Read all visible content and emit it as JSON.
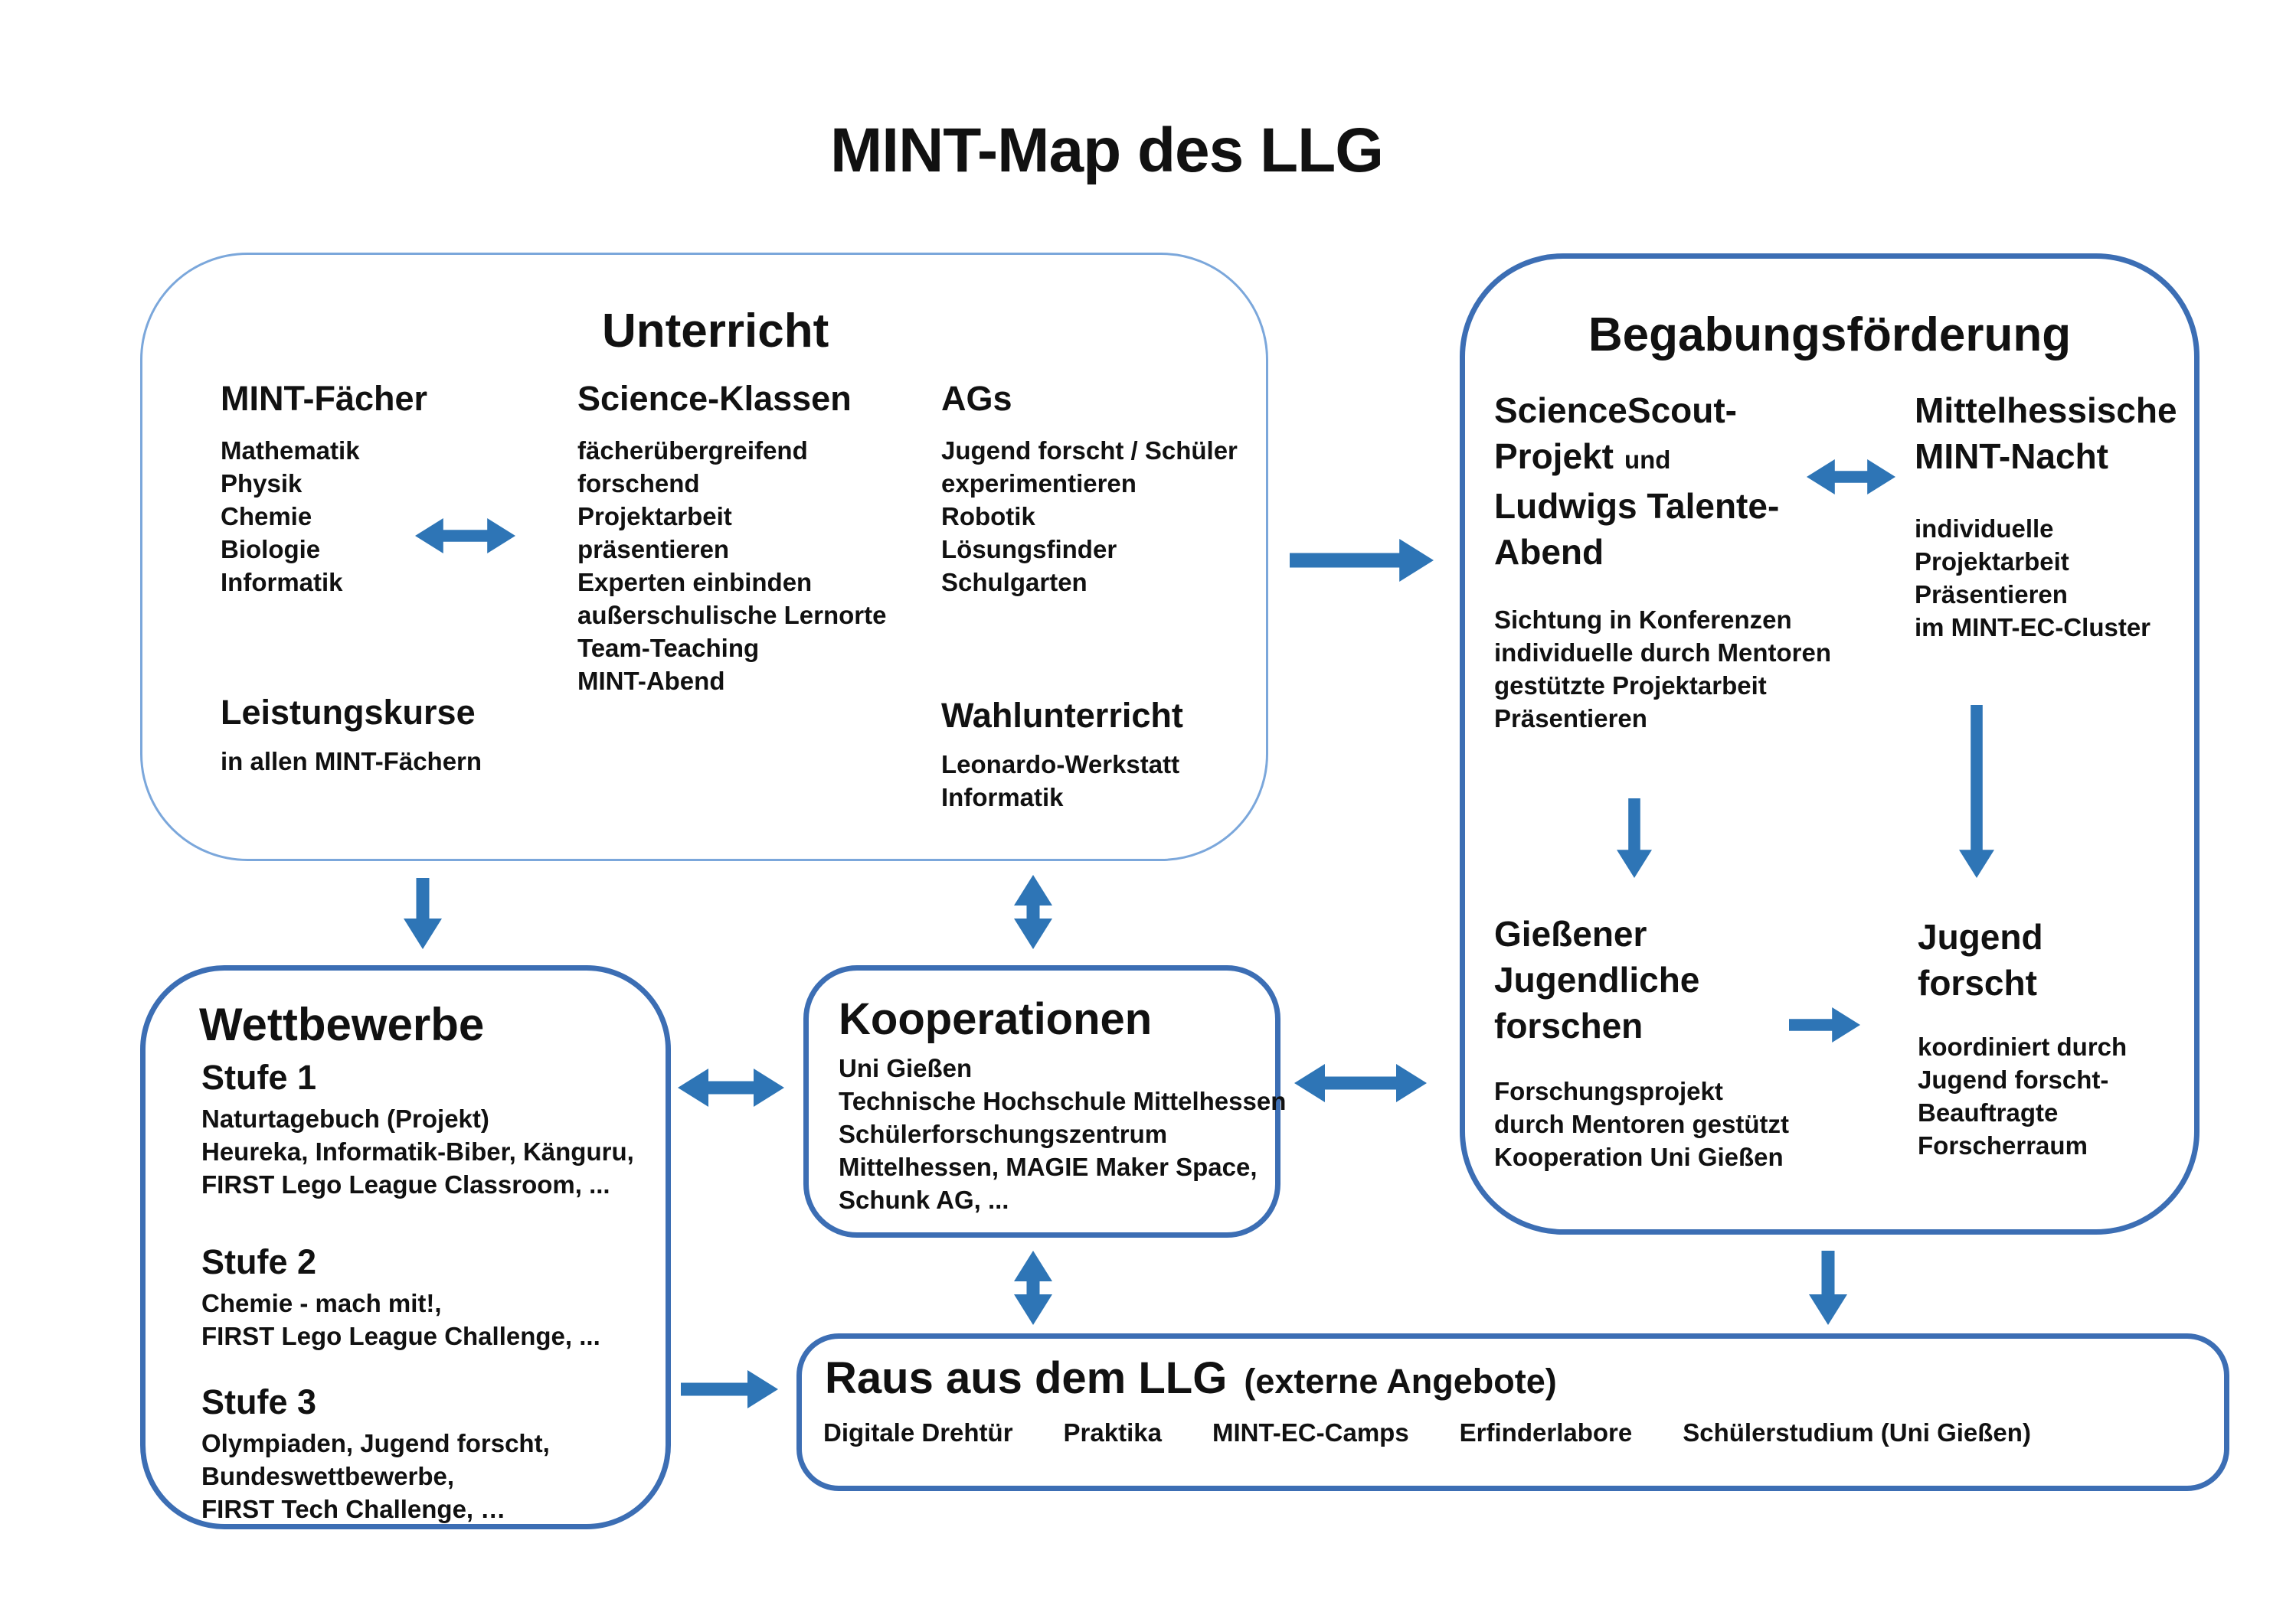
{
  "title": "MINT-Map des LLG",
  "colors": {
    "accent": "#2E75B6",
    "border_thick": "#3C6EB4",
    "border_thin": "#7BA7DB",
    "text": "#111111",
    "background": "#FFFFFF"
  },
  "unterricht": {
    "heading": "Unterricht",
    "mint_faecher": {
      "heading": "MINT-Fächer",
      "items": [
        "Mathematik",
        "Physik",
        "Chemie",
        "Biologie",
        "Informatik"
      ]
    },
    "science_klassen": {
      "heading": "Science-Klassen",
      "items": [
        "fächerübergreifend",
        "forschend",
        "Projektarbeit",
        "präsentieren",
        "Experten einbinden",
        "außerschulische Lernorte",
        "Team-Teaching",
        "MINT-Abend"
      ]
    },
    "ags": {
      "heading": "AGs",
      "items": [
        "Jugend forscht / Schüler",
        "experimentieren",
        "Robotik",
        "Lösungsfinder",
        "Schulgarten"
      ]
    },
    "leistungskurse": {
      "heading": "Leistungskurse",
      "items": [
        "in allen MINT-Fächern"
      ]
    },
    "wahlunterricht": {
      "heading": "Wahlunterricht",
      "items": [
        "Leonardo-Werkstatt",
        "Informatik"
      ]
    }
  },
  "begabungsfoerderung": {
    "heading": "Begabungsförderung",
    "sciencescout": {
      "line1": "ScienceScout-",
      "line2_main": "Projekt",
      "line2_small": "und",
      "line3": "Ludwigs Talente-",
      "line4": "Abend",
      "items": [
        "Sichtung in Konferenzen",
        "individuelle durch Mentoren",
        "gestützte Projektarbeit",
        "Präsentieren"
      ]
    },
    "mint_nacht": {
      "heading_lines": [
        "Mittelhessische",
        "MINT-Nacht"
      ],
      "items": [
        "individuelle",
        "Projektarbeit",
        "Präsentieren",
        "im MINT-EC-Cluster"
      ]
    },
    "giessener": {
      "heading_lines": [
        "Gießener",
        "Jugendliche",
        "forschen"
      ],
      "items": [
        "Forschungsprojekt",
        "durch Mentoren gestützt",
        "Kooperation Uni Gießen"
      ]
    },
    "jugend_forscht": {
      "heading_lines": [
        "Jugend",
        "forscht"
      ],
      "items": [
        "koordiniert durch",
        "Jugend forscht-",
        "Beauftragte",
        "Forscherraum"
      ]
    }
  },
  "wettbewerbe": {
    "heading": "Wettbewerbe",
    "stufe1": {
      "heading": "Stufe 1",
      "items": [
        "Naturtagebuch (Projekt)",
        "Heureka, Informatik-Biber, Känguru,",
        "FIRST Lego League Classroom, ..."
      ]
    },
    "stufe2": {
      "heading": "Stufe 2",
      "items": [
        "Chemie - mach mit!,",
        "FIRST Lego League Challenge, ..."
      ]
    },
    "stufe3": {
      "heading": "Stufe 3",
      "items": [
        "Olympiaden, Jugend forscht,",
        "Bundeswettbewerbe,",
        "FIRST Tech Challenge, …"
      ]
    }
  },
  "kooperationen": {
    "heading": "Kooperationen",
    "items": [
      "Uni Gießen",
      "Technische Hochschule Mittelhessen",
      "Schülerforschungszentrum",
      "Mittelhessen, MAGIE Maker Space,",
      "Schunk AG, ..."
    ]
  },
  "raus": {
    "heading": "Raus aus dem LLG",
    "heading_suffix": "(externe Angebote)",
    "items": [
      "Digitale Drehtür",
      "Praktika",
      "MINT-EC-Camps",
      "Erfinderlabore",
      "Schülerstudium (Uni Gießen)"
    ]
  }
}
